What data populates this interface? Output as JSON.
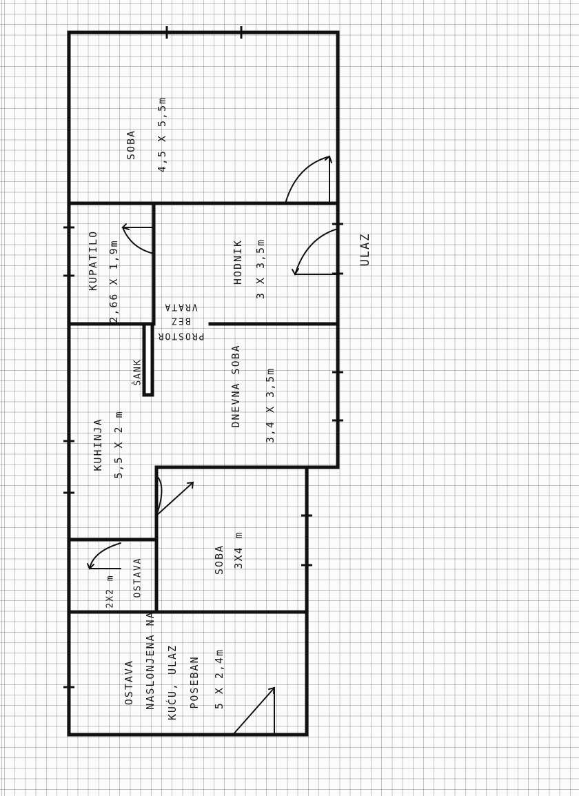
{
  "rooms": {
    "soba_top": {
      "name": "SOBA",
      "size": "4,5 X 5,5m"
    },
    "kupatilo": {
      "name": "KUPATILO",
      "size": "2,66 X 1,9m"
    },
    "hodnik": {
      "name": "HODNIK",
      "size": "3 X 3,5m"
    },
    "ulaz": {
      "name": "ULAZ"
    },
    "prostor": {
      "line1": "PROSTOR",
      "line2": "BEZ",
      "line3": "VRATA"
    },
    "sank": {
      "name": "ŠANK"
    },
    "dnevna": {
      "name": "DNEVNA SOBA",
      "size": "3,4 X 3,5m"
    },
    "kuhinja": {
      "name": "KUHINJA",
      "size": "5,5 X 2 m"
    },
    "ostava_small": {
      "name": "OSTAVA",
      "size": "2X2 m"
    },
    "soba_bottom": {
      "name": "SOBA",
      "size": "3X4 m"
    },
    "ostava_big": {
      "line1": "OSTAVA",
      "line2": "NASLONJENA NA",
      "line3": "KUĆU, ULAZ",
      "line4": "POSEBAN",
      "size": "5 X 2,4m"
    }
  }
}
